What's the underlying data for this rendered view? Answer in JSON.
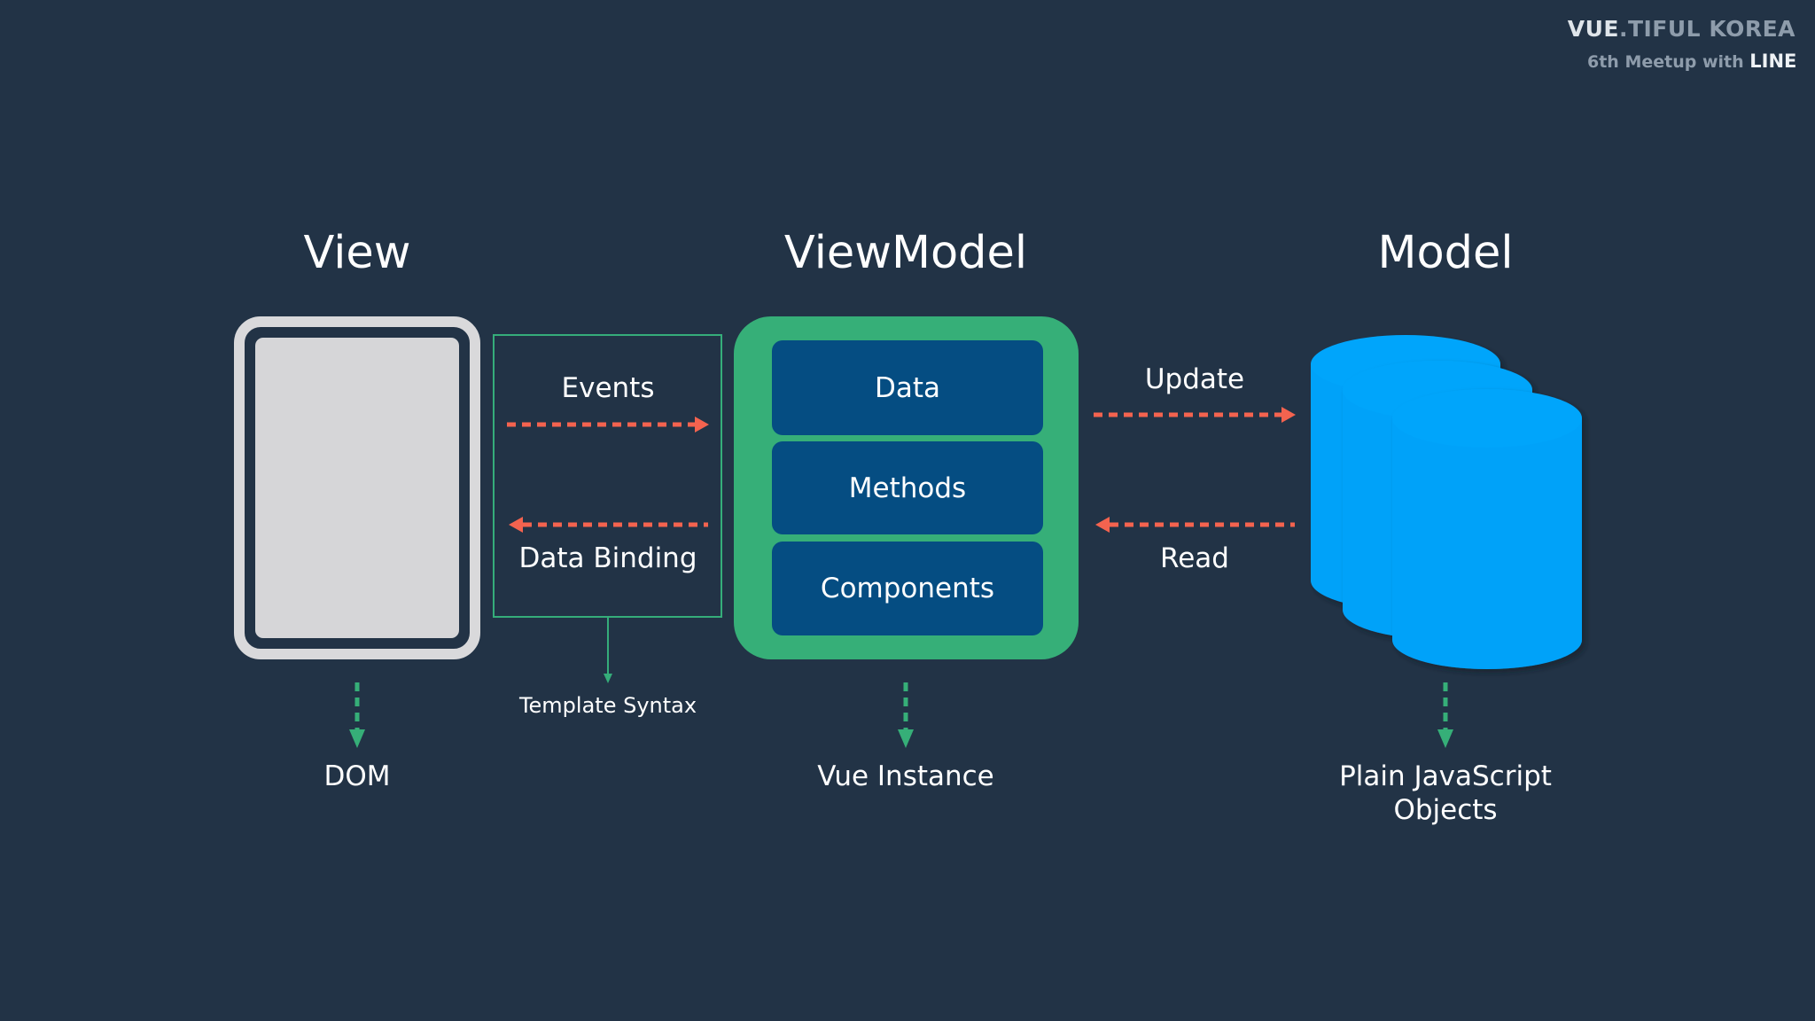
{
  "branding": {
    "title_prefix": "VUE",
    "title_suffix": ".TIFUL KOREA",
    "subtitle_prefix": "6th Meetup with ",
    "subtitle_highlight": "LINE"
  },
  "columns": {
    "view": {
      "title": "View",
      "output_label": "DOM"
    },
    "viewmodel": {
      "title": "ViewModel",
      "items": [
        {
          "label": "Data"
        },
        {
          "label": "Methods"
        },
        {
          "label": "Components"
        }
      ],
      "output_label": "Vue Instance"
    },
    "model": {
      "title": "Model",
      "output_label_line1": "Plain JavaScript",
      "output_label_line2": "Objects"
    }
  },
  "view_viewmodel_link": {
    "events_label": "Events",
    "data_binding_label": "Data Binding",
    "template_label": "Template Syntax"
  },
  "viewmodel_model_link": {
    "update_label": "Update",
    "read_label": "Read"
  },
  "colors": {
    "background": "#223346",
    "green": "#36af78",
    "dark_blue": "#054d82",
    "cylinder_blue": "#00a2f9",
    "arrow_red": "#f4634f",
    "device_gray": "#d9d9db"
  }
}
